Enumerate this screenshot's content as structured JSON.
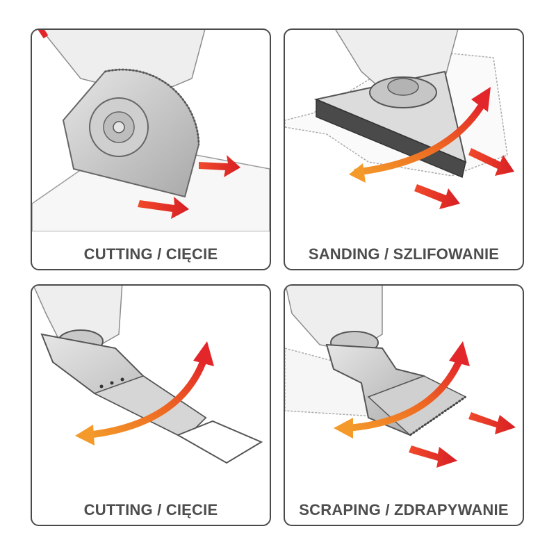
{
  "panels": [
    {
      "caption": "CUTTING / CIĘCIE",
      "action": "cutting-circular-blade"
    },
    {
      "caption": "SANDING / SZLIFOWANIE",
      "action": "sanding-delta-pad"
    },
    {
      "caption": "CUTTING / CIĘCIE",
      "action": "plunge-cutting-blade"
    },
    {
      "caption": "SCRAPING / ZDRAPYWANIE",
      "action": "scraping-blade"
    }
  ],
  "colors": {
    "arrow_red": "#e3262a",
    "arrow_orange": "#f07d1e",
    "caption": "#4d4d4d",
    "border": "#4a4a4a",
    "metal": "#c9c9c9",
    "tool_body": "#e8e8e8"
  }
}
